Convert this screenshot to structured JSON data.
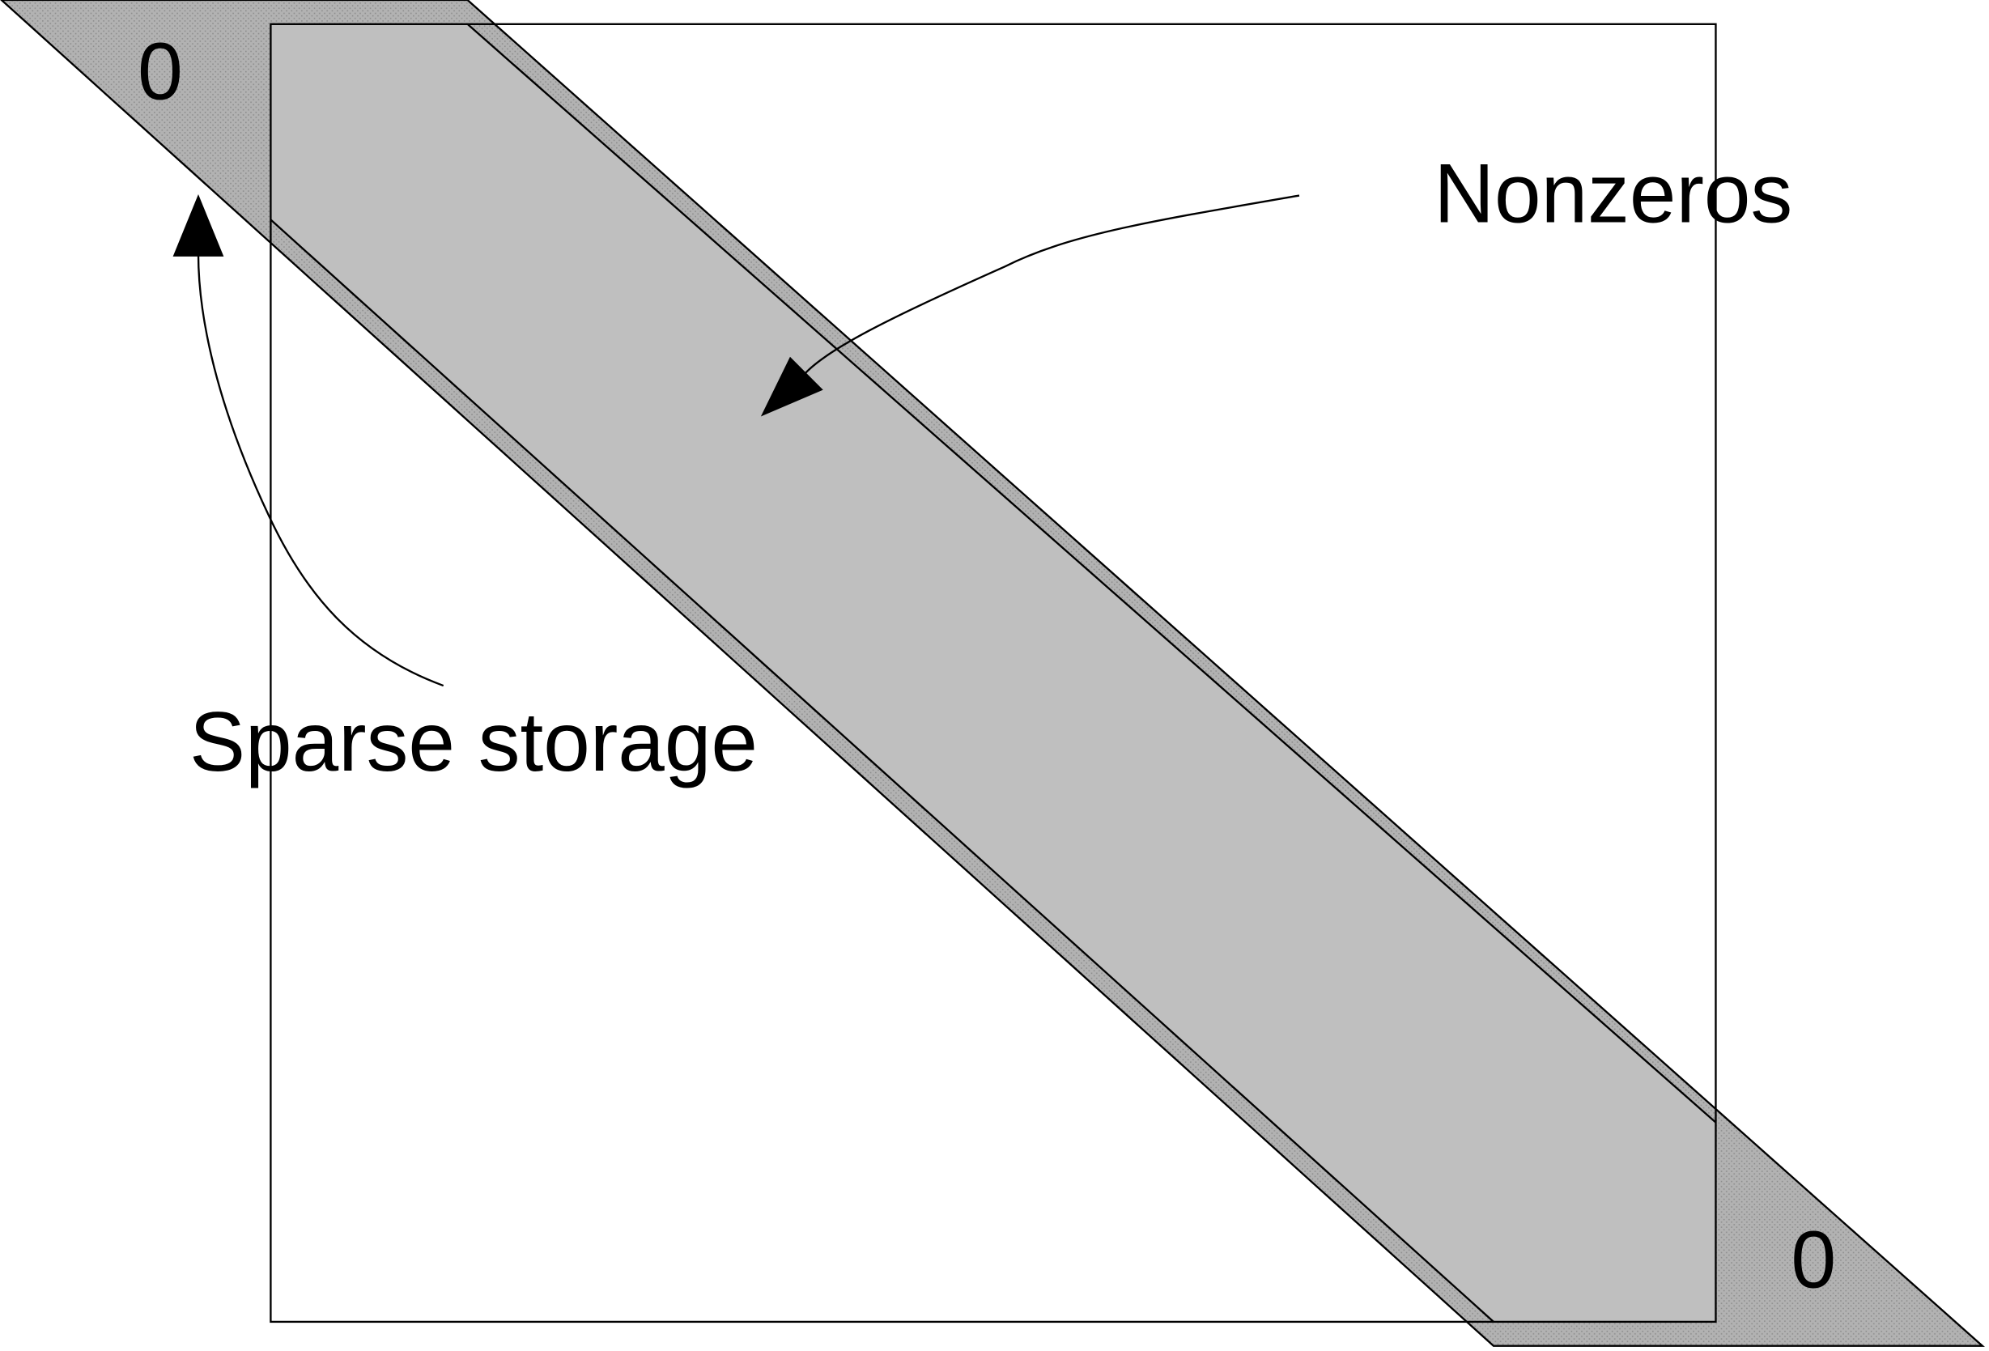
{
  "diagram": {
    "labels": {
      "nonzeros": "Nonzeros",
      "sparse_storage": "Sparse storage",
      "zero_top_left": "0",
      "zero_bottom_right": "0"
    },
    "colors": {
      "background": "#ffffff",
      "matrix_border": "#000000",
      "nonzero_band": "#bfbfbf",
      "storage_padding": "#a9a9a9",
      "stroke": "#000000"
    }
  }
}
